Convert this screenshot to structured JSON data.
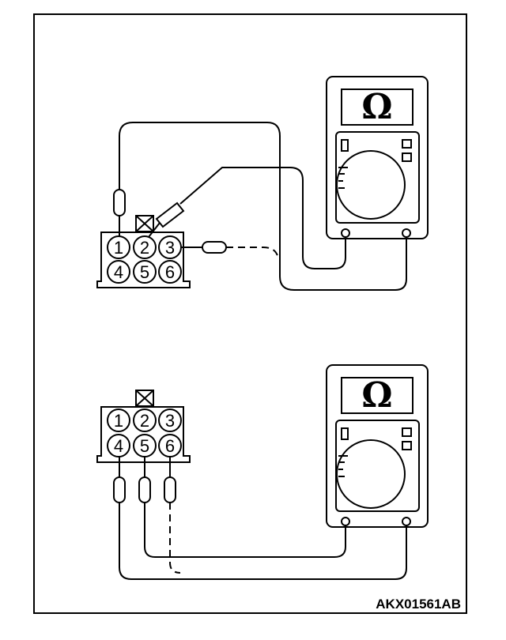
{
  "figure_code": "AKX01561AB",
  "meter_symbol": "Ω",
  "top_connector": {
    "pins": [
      "1",
      "2",
      "3",
      "4",
      "5",
      "6"
    ]
  },
  "bottom_connector": {
    "pins": [
      "1",
      "2",
      "3",
      "4",
      "5",
      "6"
    ]
  },
  "colors": {
    "line": "#000000",
    "background": "#ffffff"
  },
  "icons": [
    "ohmmeter-icon",
    "connector-icon",
    "test-probe-icon",
    "lock-tab-icon"
  ]
}
